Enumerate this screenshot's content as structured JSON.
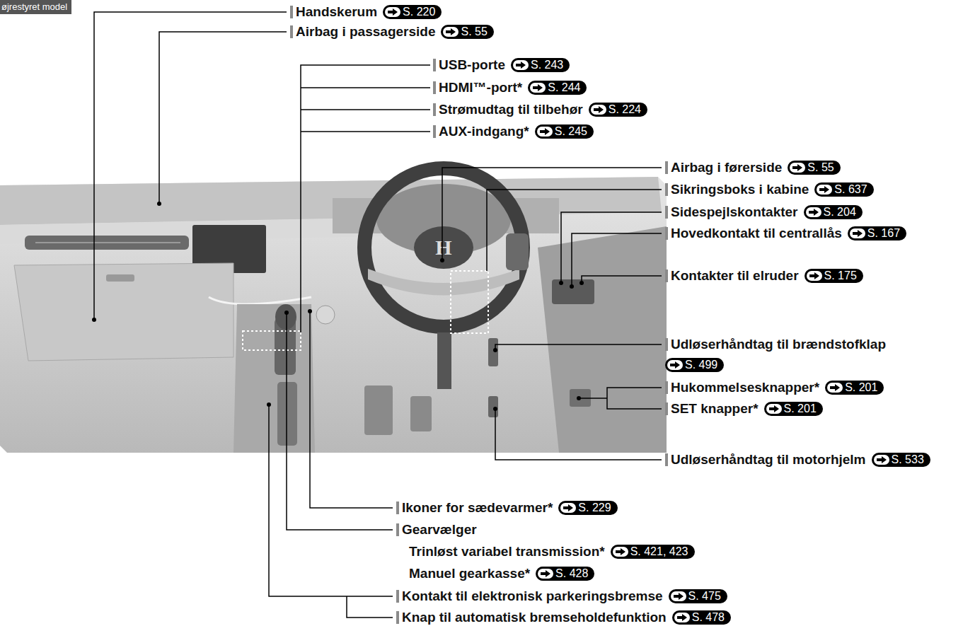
{
  "diagram": {
    "title": "øjrestyret model",
    "labels": [
      "Handskerum",
      "S. 220",
      "Airbag i passagerside",
      "S. 55",
      "USB-porte",
      "S. 243",
      "HDMI™-port*",
      "S. 244",
      "Strømudtag til tilbehør",
      "S. 224",
      "AUX-indgang*",
      "S. 245",
      "Airbag i førerside",
      "S. 55",
      "Sikringsboks i kabine",
      "S. 637",
      "Sidespejlskontakter",
      "S. 204",
      "Hovedkontakt til centrallås",
      "S. 167",
      "Kontakter til elruder",
      "S. 175",
      "Udløserhåndtag til brændstofklap",
      "S. 499",
      "Hukommelsesknapper*",
      "S. 201",
      "SET knapper*",
      "S. 201",
      "Udløserhåndtag til motorhjelm",
      "S. 533",
      "Ikoner for sædevarmer*",
      "S. 229",
      "Gearvælger",
      "Trinløst variabel transmission*",
      "S. 421, 423",
      "Manuel gearkasse*",
      "S. 428",
      "Kontakt til elektronisk parkeringsbremse",
      "S. 475",
      "Knap til automatisk bremseholdefunktion",
      "S. 478"
    ]
  }
}
